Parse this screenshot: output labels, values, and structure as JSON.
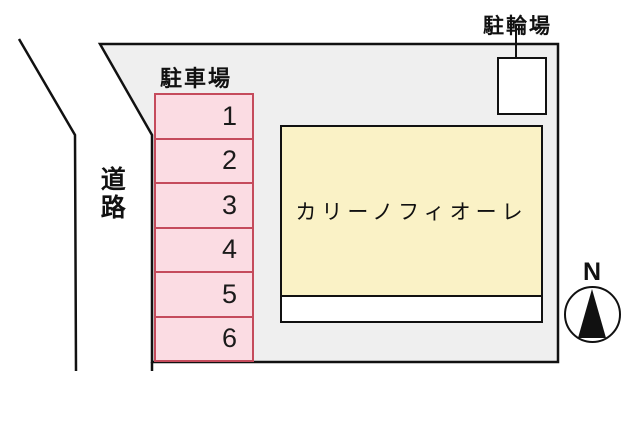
{
  "road": {
    "label": "道路"
  },
  "parking": {
    "title": "駐車場",
    "spaces": [
      {
        "label": "1"
      },
      {
        "label": "2"
      },
      {
        "label": "3"
      },
      {
        "label": "4"
      },
      {
        "label": "5"
      },
      {
        "label": "6"
      }
    ]
  },
  "building": {
    "name": "カリーノフィオーレ"
  },
  "bicycle_parking": {
    "label": "駐輪場"
  },
  "compass": {
    "label": "N"
  },
  "colors": {
    "area_fill": "#efefef",
    "outline": "#111111",
    "parking_fill": "#fbdce3",
    "parking_border": "#c54b5c",
    "building_fill": "#faf2c6"
  }
}
